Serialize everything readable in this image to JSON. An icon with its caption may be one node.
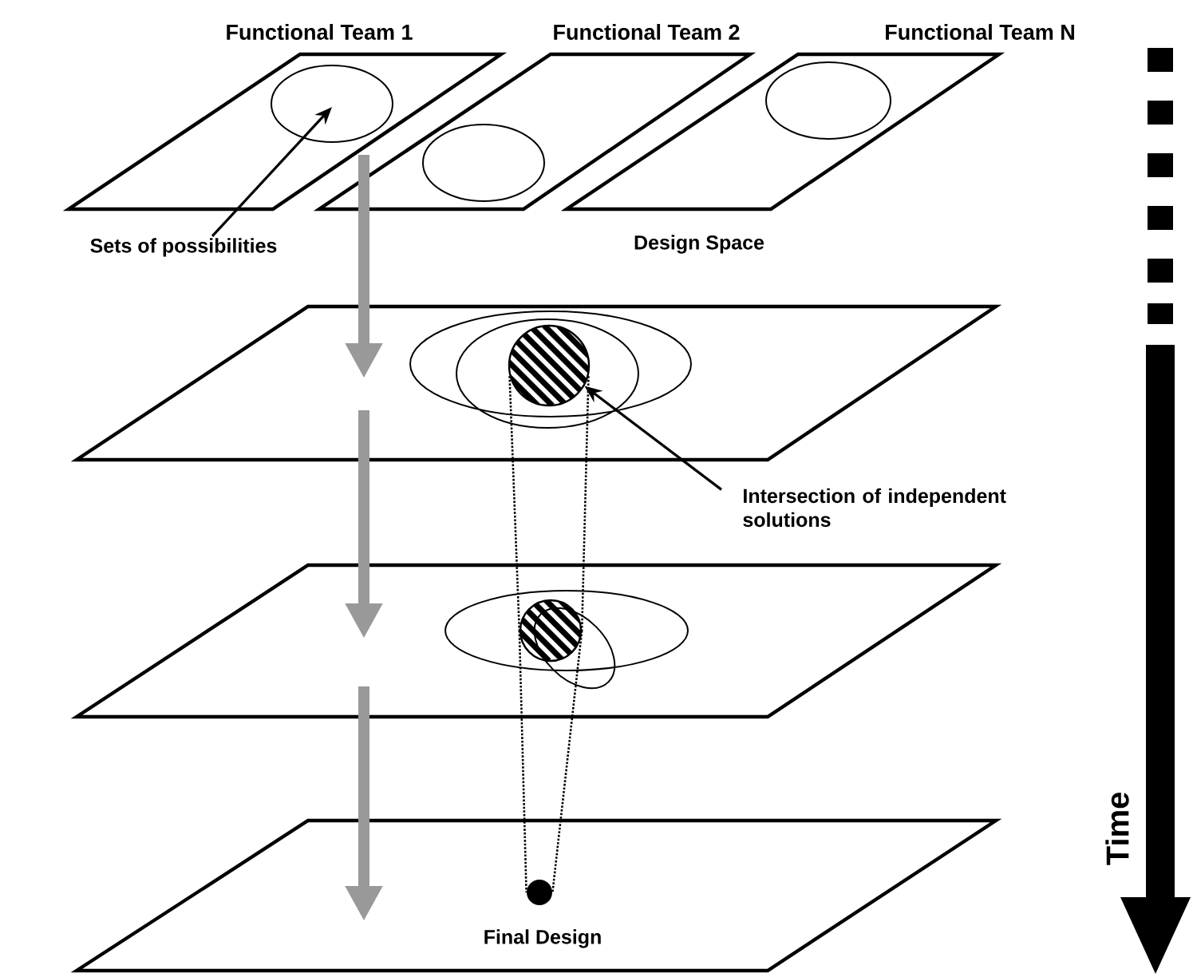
{
  "diagram": {
    "nodes": [
      {
        "text": [
          "Functional Team 1"
        ]
      },
      {
        "text": [],
        "shape": "ellipse",
        "in": 0
      },
      {
        "text": [
          "Functional Team 2"
        ]
      },
      {
        "text": [],
        "shape": "ellipse",
        "in": 2
      },
      {
        "text": [
          "Functional Team N"
        ]
      },
      {
        "text": [],
        "shape": "ellipse",
        "in": 4
      },
      {
        "text": [
          "Sets of possibilities"
        ]
      },
      {
        "text": [],
        "shape": "parallelogram"
      },
      {
        "text": [],
        "shape": "circle",
        "in": 7
      },
      {
        "text": [
          "Intersection of independent solutions"
        ]
      },
      {
        "text": [],
        "shape": "parallelogram"
      },
      {
        "text": [],
        "shape": "circle",
        "in": 10
      },
      {
        "text": [],
        "shape": "parallelogram"
      },
      {
        "text": [],
        "shape": "circle",
        "in": 12,
        "beside": [
          "Final Design"
        ]
      }
    ],
    "edges": [
      {
        "from": 6,
        "to": 1,
        "arrow": "to"
      },
      {
        "from": 9,
        "to": 8,
        "arrow": "to"
      },
      {
        "from": 0,
        "to": 7,
        "arrow": "to",
        "style": "thick",
        "color": "#999999"
      },
      {
        "from": 7,
        "to": 10,
        "arrow": "to",
        "style": "thick",
        "color": "#999999"
      },
      {
        "from": 10,
        "to": 12,
        "arrow": "to",
        "style": "thick",
        "color": "#999999"
      },
      {
        "from": 8,
        "to": 11,
        "arrow": "none",
        "style": "dashed"
      },
      {
        "from": 8,
        "to": 11,
        "arrow": "none",
        "style": "dashed"
      },
      {
        "from": 11,
        "to": 13,
        "arrow": "none",
        "style": "dashed"
      },
      {
        "from": 11,
        "to": 13,
        "arrow": "none",
        "style": "dashed"
      }
    ],
    "labels": [
      "Design Space",
      "Time"
    ]
  }
}
